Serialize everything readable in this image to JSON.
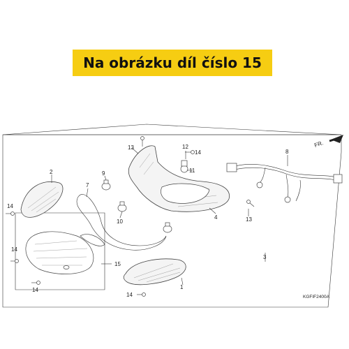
{
  "banner": {
    "text": "Na obrázku díl číslo 15"
  },
  "diagram": {
    "front_label": "FR.",
    "code": "KGFIF2400A",
    "callouts": {
      "c1": "1",
      "c2": "2",
      "c3": "3",
      "c4": "4",
      "c7": "7",
      "c8": "8",
      "c9": "9",
      "c10": "10",
      "c11": "11",
      "c12": "12",
      "c13a": "13",
      "c13b": "13",
      "c14a": "14",
      "c14b": "14",
      "c14c": "14",
      "c14d": "14",
      "c14e": "14",
      "c15": "15"
    }
  },
  "colors": {
    "banner_bg": "#f6cd12",
    "line": "#333333"
  }
}
